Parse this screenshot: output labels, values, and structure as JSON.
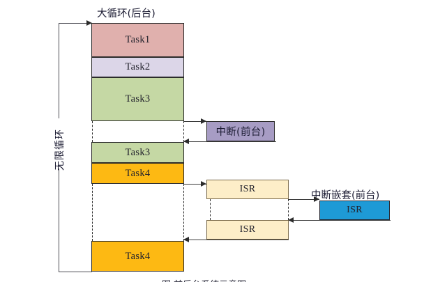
{
  "diagram": {
    "title": "大循环(后台)",
    "loop_label": "无限循环",
    "bottom_caption": "图  前后台系统示意图",
    "colors": {
      "task1": "#e0b0ad",
      "task2": "#dcd6e8",
      "task3": "#c5d8a4",
      "task4": "#fdb913",
      "interrupt": "#a79cc4",
      "isr": "#fdeec8",
      "nested_isr": "#1e9ad6",
      "line": "#2b2b2b",
      "background": "#ffffff"
    },
    "background_column": {
      "name": "大循环(后台)",
      "blocks": [
        {
          "label": "Task1",
          "color_key": "task1"
        },
        {
          "label": "Task2",
          "color_key": "task2"
        },
        {
          "label": "Task3",
          "color_key": "task3"
        },
        {
          "label": "Task3",
          "color_key": "task3"
        },
        {
          "label": "Task4",
          "color_key": "task4"
        },
        {
          "label": "Task4",
          "color_key": "task4"
        }
      ]
    },
    "foreground": {
      "interrupt_title": "中断(前台)",
      "interrupt_label": "中断(前台)",
      "isr_blocks": [
        {
          "label": "ISR"
        },
        {
          "label": "ISR"
        }
      ],
      "nested_title": "中断嵌套(前台)",
      "nested_isr": {
        "label": "ISR"
      }
    }
  }
}
